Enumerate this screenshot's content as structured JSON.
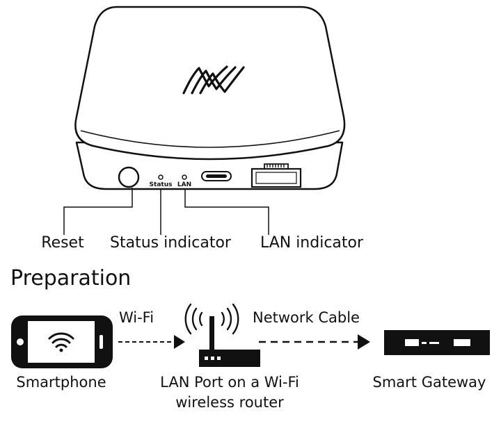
{
  "device": {
    "port_labels": {
      "status": "Status",
      "lan": "LAN"
    },
    "callouts": {
      "reset": "Reset",
      "status": "Status indicator",
      "lan": "LAN indicator"
    }
  },
  "preparation": {
    "heading": "Preparation",
    "links": {
      "wifi": "Wi-Fi",
      "cable": "Network Cable"
    },
    "nodes": {
      "smartphone": "Smartphone",
      "router_line1": "LAN Port on a Wi-Fi",
      "router_line2": "wireless router",
      "gateway": "Smart Gateway"
    }
  },
  "colors": {
    "ink": "#111111",
    "paper": "#ffffff"
  },
  "icons": [
    "brand-logo-icon",
    "wifi-icon",
    "antenna-signal-icon",
    "ethernet-port-icon"
  ]
}
